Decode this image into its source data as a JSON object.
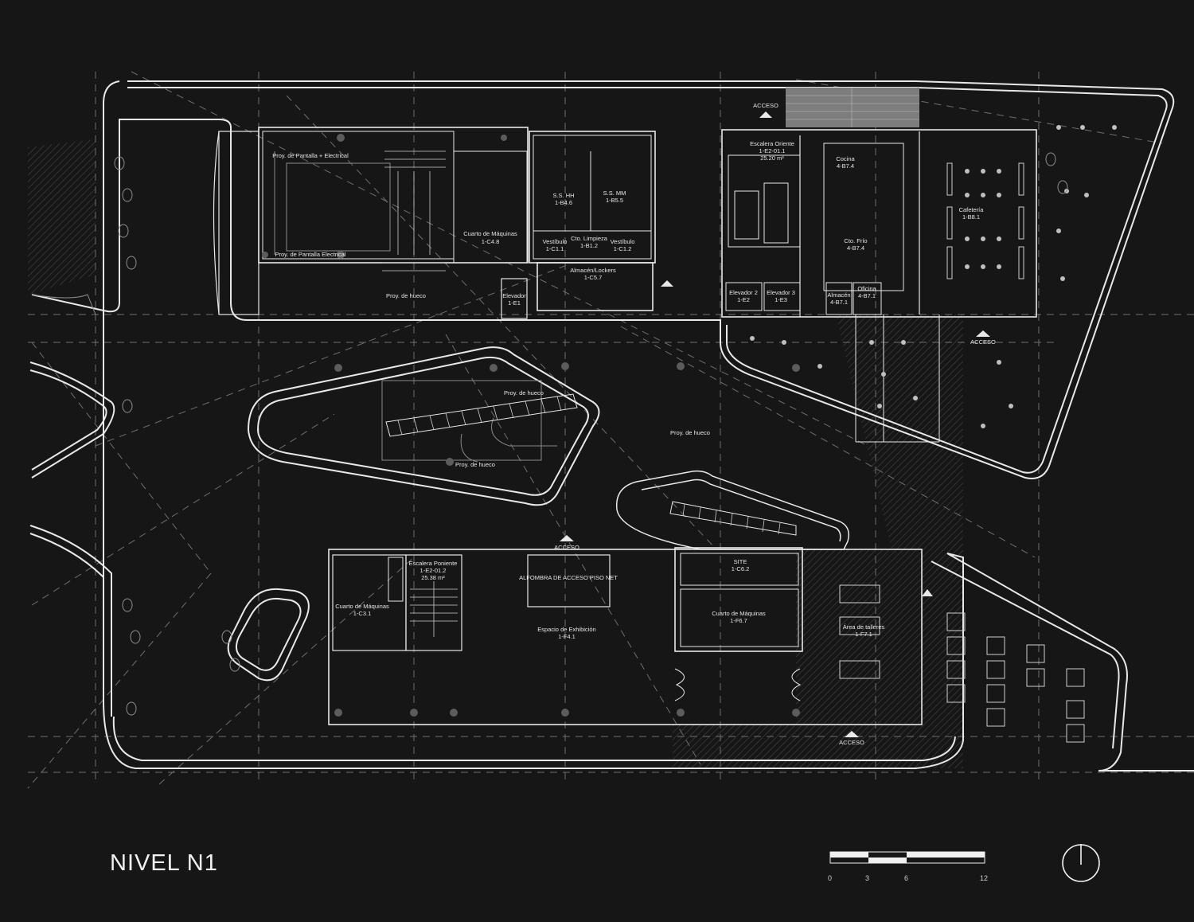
{
  "title": "NIVEL N1",
  "scale": {
    "ticks": [
      "0",
      "3",
      "6",
      "12"
    ]
  },
  "rooms": {
    "auditorium_left": "Proy. de Pantalla + Electrical",
    "auditorium_name": "Proy. de Pantalla Electrical",
    "machines_a": "Cuarto de Máquinas",
    "machines_a_code": "1-C4.8",
    "ss_h": "S.S. HH",
    "ss_h_code": "1-B4.6",
    "ss_m": "S.S. MM",
    "ss_m_code": "1-B5.5",
    "vest_a": "Vestíbulo",
    "vest_a_code": "1-C1.1",
    "clean": "Cto. Limpieza",
    "clean_code": "1-B1.2",
    "vest_b": "Vestíbulo",
    "vest_b_code": "1-C1.2",
    "lockers": "Almacén/Lockers",
    "lockers_code": "1-C5.7",
    "elev1": "Elevador",
    "elev1_code": "1-E1",
    "stairs_east": "Escalera Oriente",
    "stairs_east_code": "1-E2-01.1",
    "stairs_east_area": "25.20 m²",
    "kitchen": "Cocina",
    "kitchen_code": "4-B7.4",
    "cold": "Cto. Frío",
    "cold_code": "4-B7.4",
    "cafe": "Cafetería",
    "cafe_code": "1-B8.1",
    "elev2": "Elevador 2",
    "elev2_code": "1-E2",
    "elev3": "Elevador 3",
    "elev3_code": "1-E3",
    "storage": "Almacén",
    "storage_code": "4-B7.1",
    "office": "Oficina",
    "office_code": "4-B7.1",
    "stairs_west": "Escalera Poniente",
    "stairs_west_code": "1-E2-01.2",
    "stairs_west_area": "25.38 m²",
    "machines_b": "Cuarto de Máquinas",
    "machines_b_code": "1-C3.1",
    "exhibit": "Espacio de Exhibición",
    "exhibit_code": "1-F4.1",
    "lobby": "ALFOMBRA DE ACCESO PISO NET",
    "site": "SITE",
    "site_code": "1-C6.2",
    "machines_c": "Cuarto de Máquinas",
    "machines_c_code": "1-F6.7",
    "workshop": "Área de talleres",
    "workshop_code": "1-F7.1",
    "void1": "Proy. de hueco",
    "void2": "Proy. de hueco",
    "void3": "Proy. de hueco",
    "void4": "Proy. de hueco",
    "access1": "ACCESO",
    "access2": "ACCESO",
    "access3": "ACCESO",
    "access4": "ACCESO"
  }
}
